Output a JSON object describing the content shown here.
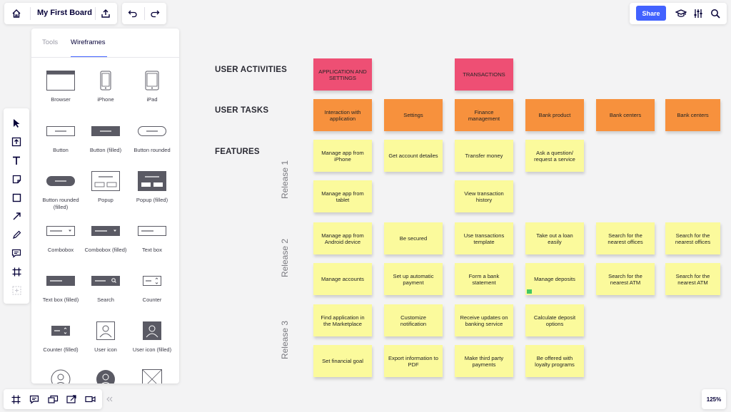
{
  "board": {
    "title": "My First Board",
    "zoom": "125%"
  },
  "toolbar_right": {
    "share_label": "Share"
  },
  "library": {
    "tabs": [
      "Tools",
      "Wireframes"
    ],
    "active_tab": "Wireframes",
    "items": [
      {
        "label": "Browser",
        "icon": "browser-icon"
      },
      {
        "label": "iPhone",
        "icon": "iphone-icon"
      },
      {
        "label": "iPad",
        "icon": "ipad-icon"
      },
      {
        "label": "Button",
        "icon": "button-icon"
      },
      {
        "label": "Button (filled)",
        "icon": "button-filled-icon"
      },
      {
        "label": "Button rounded",
        "icon": "button-rounded-icon"
      },
      {
        "label": "Button rounded (filled)",
        "icon": "button-rounded-filled-icon"
      },
      {
        "label": "Popup",
        "icon": "popup-icon"
      },
      {
        "label": "Popup (filled)",
        "icon": "popup-filled-icon"
      },
      {
        "label": "Combobox",
        "icon": "combobox-icon"
      },
      {
        "label": "Combobox (filled)",
        "icon": "combobox-filled-icon"
      },
      {
        "label": "Text box",
        "icon": "textbox-icon"
      },
      {
        "label": "Text box (filled)",
        "icon": "textbox-filled-icon"
      },
      {
        "label": "Search",
        "icon": "search-field-icon"
      },
      {
        "label": "Counter",
        "icon": "counter-icon"
      },
      {
        "label": "Counter (filled)",
        "icon": "counter-filled-icon"
      },
      {
        "label": "User icon",
        "icon": "user-icon"
      },
      {
        "label": "User icon (filled)",
        "icon": "user-filled-icon"
      }
    ]
  },
  "rows": {
    "activities": "USER ACTIVITIES",
    "tasks": "USER TASKS",
    "features": "FEATURES"
  },
  "releases": [
    "Release 1",
    "Release 2",
    "Release 3"
  ],
  "activities": [
    "APPLICATION AND SETTINGS",
    "TRANSACTIONS"
  ],
  "tasks": [
    "Interaction with application",
    "Settings",
    "Finance management",
    "Bank product",
    "Bank centers",
    "Bank centers"
  ],
  "features": {
    "r1a": [
      "Manage app from iPhone",
      "Get account detailes",
      "Transfer money",
      "Ask a question/ request a service"
    ],
    "r1b": [
      "Manage app from tablet",
      "View transaction history"
    ],
    "r2a": [
      "Manage app from Android device",
      "Be secured",
      "Use transactions template",
      "Take out a loan easily",
      "Search for the nearest offices",
      "Search for the nearest offices"
    ],
    "r2b": [
      "Manage accounts",
      "Set up automatic payment",
      "Form a bank statement",
      "Manage deposits",
      "Search for the nearest ATM",
      "Search for the nearest ATM"
    ],
    "r3a": [
      "Find application in the Marketplace",
      "Customize notification",
      "Receive updates on banking service",
      "Calculate deposit options"
    ],
    "r3b": [
      "Set financial goal",
      "Export information to PDF",
      "Make third party payments",
      "Be offered with loyalty programs"
    ]
  },
  "colors": {
    "accent": "#4262ff",
    "pink": "#ee4f74",
    "orange": "#f7913d",
    "yellow": "#fbfa9c"
  }
}
